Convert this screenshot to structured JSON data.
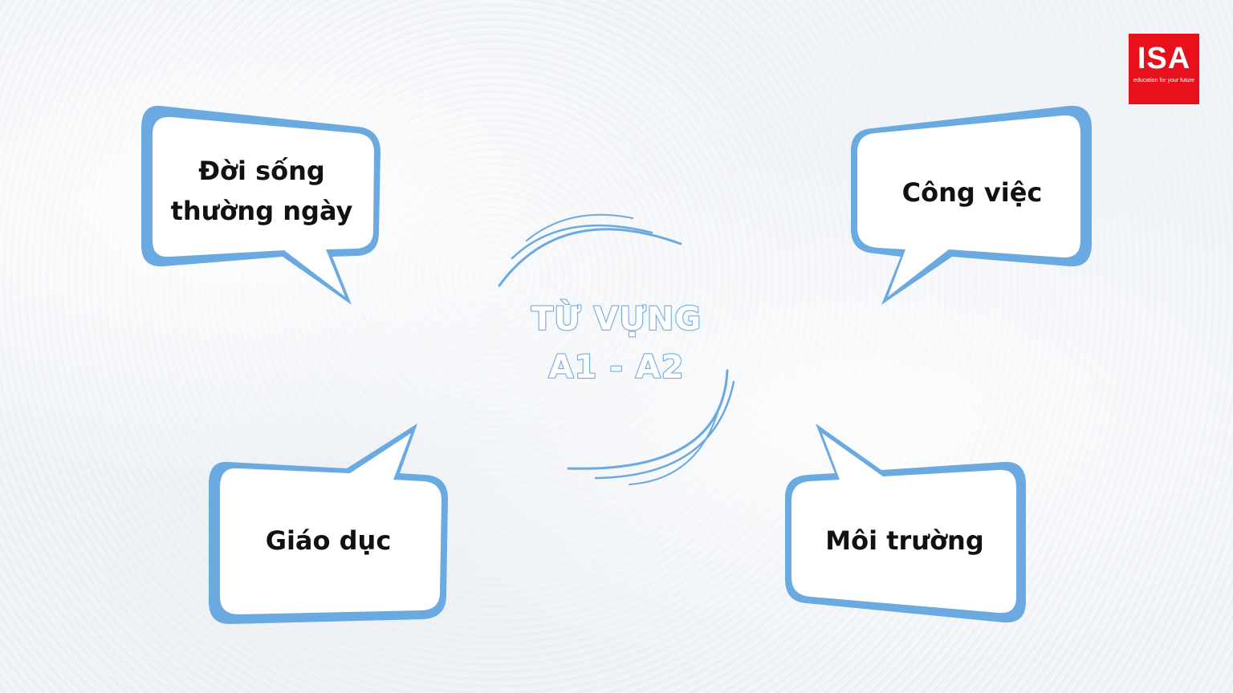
{
  "center": {
    "line1": "TỪ VỰNG",
    "line2": "A1 - A2"
  },
  "bubbles": {
    "top_left": {
      "line1": "Đời sống",
      "line2": "thường ngày"
    },
    "top_right": {
      "label": "Công việc"
    },
    "bottom_left": {
      "label": "Giáo dục"
    },
    "bottom_right": {
      "label": "Môi trường"
    }
  },
  "logo": {
    "text": "ISA",
    "tagline": "education for your future"
  },
  "colors": {
    "bubble_border": "#6aaae0",
    "bubble_fill": "#ffffff",
    "logo_red": "#e8101a",
    "text": "#111111"
  }
}
